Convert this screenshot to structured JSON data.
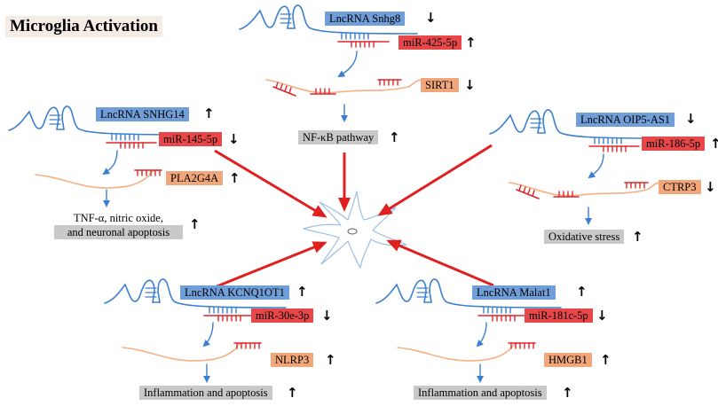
{
  "title": "Microglia Activation",
  "colors": {
    "lncrna": "#6f9ed9",
    "mirna": "#e8474a",
    "target": "#f2a77a",
    "effect": "#c9c9c9",
    "strand": "#3c7fd1",
    "mrna": "#f5b084",
    "arrow": "#e02020"
  },
  "center": {
    "lncrna": "LncRNA Snhg8",
    "lncrna_dir": "↓",
    "mirna": "miR-425-5p",
    "mirna_dir": "↑",
    "target": "SIRT1",
    "target_dir": "↓",
    "effect": "NF-κB pathway",
    "effect_dir": "↑"
  },
  "upper_left": {
    "lncrna": "LncRNA SNHG14",
    "lncrna_dir": "↑",
    "mirna": "miR-145-5p",
    "mirna_dir": "↓",
    "target": "PLA2G4A",
    "target_dir": "↑",
    "effect_line1": "TNF-α, nitric oxide,",
    "effect_line2": "and neuronal apoptosis",
    "effect_dir": "↑"
  },
  "upper_right": {
    "lncrna": "LncRNA OIP5-AS1",
    "lncrna_dir": "↓",
    "mirna": "miR-186-5p",
    "mirna_dir": "↑",
    "target": "CTRP3",
    "target_dir": "↓",
    "effect": "Oxidative stress",
    "effect_dir": "↑"
  },
  "lower_left": {
    "lncrna": "LncRNA KCNQ1OT1",
    "lncrna_dir": "↑",
    "mirna": "miR-30e-3p",
    "mirna_dir": "↓",
    "target": "NLRP3",
    "target_dir": "↑",
    "effect": "Inflammation and apoptosis",
    "effect_dir": "↑"
  },
  "lower_right": {
    "lncrna": "LncRNA Malat1",
    "lncrna_dir": "↑",
    "mirna": "miR-181c-5p",
    "mirna_dir": "↓",
    "target": "HMGB1",
    "target_dir": "↑",
    "effect": "Inflammation and apoptosis",
    "effect_dir": "↑"
  }
}
